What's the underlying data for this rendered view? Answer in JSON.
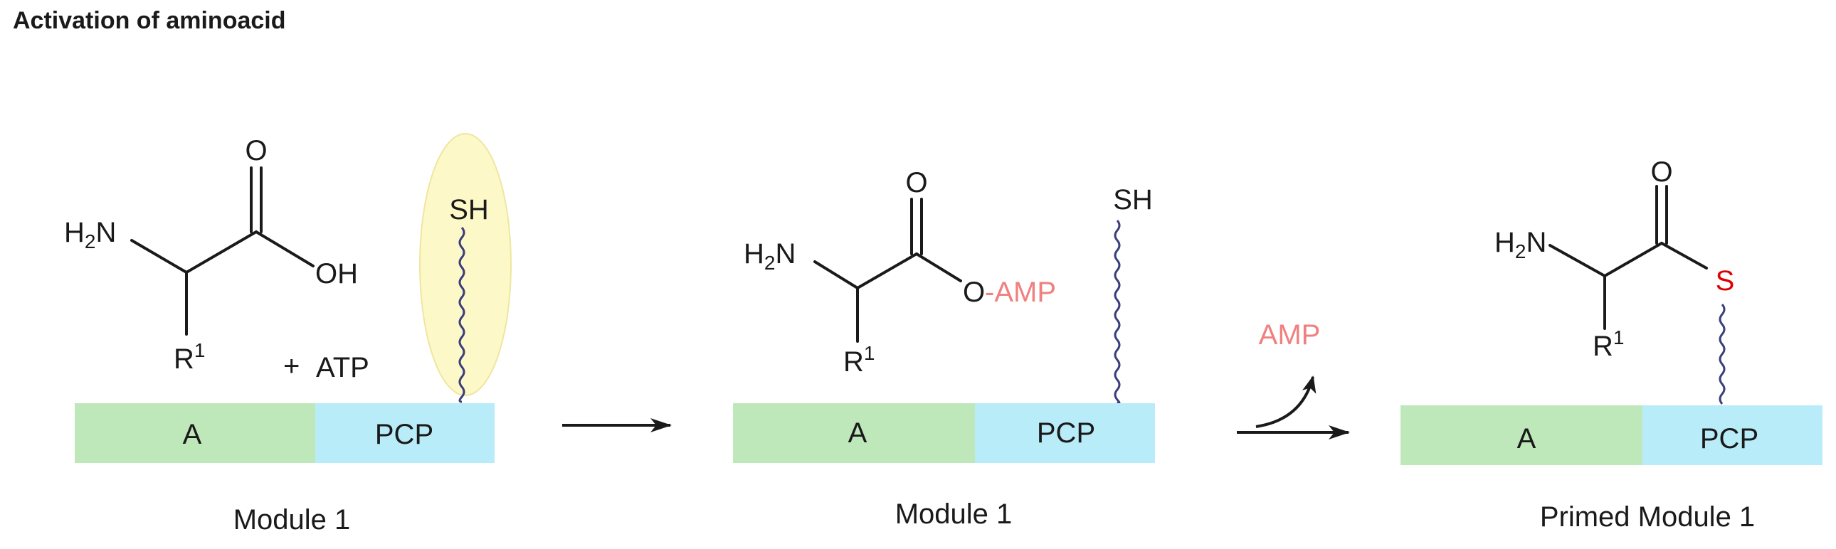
{
  "title": "Activation of aminoacid",
  "colors": {
    "a_domain": "#bfe8ba",
    "pcp_domain": "#b8ecf8",
    "highlight": "#fdf8c8",
    "highlight_stroke": "#efe6a0",
    "wavy": "#3b3f7a",
    "amp_text": "#f08080",
    "sulfur": "#e00000",
    "bond": "#1a1a1a"
  },
  "panels": {
    "p1": {
      "o_label": "O",
      "nh2": "H",
      "nh2_sub": "2",
      "nh2_n": "N",
      "oh": "OH",
      "r": "R",
      "r_sup": "1",
      "plus": "+",
      "atp": "ATP",
      "sh": "SH",
      "a": "A",
      "pcp": "PCP",
      "caption": "Module 1"
    },
    "p2": {
      "o_label": "O",
      "nh2": "H",
      "nh2_sub": "2",
      "nh2_n": "N",
      "o_ester": "O",
      "amp": "-AMP",
      "r": "R",
      "r_sup": "1",
      "sh": "SH",
      "a": "A",
      "pcp": "PCP",
      "caption": "Module 1"
    },
    "p3": {
      "o_label": "O",
      "nh2": "H",
      "nh2_sub": "2",
      "nh2_n": "N",
      "s": "S",
      "r": "R",
      "r_sup": "1",
      "a": "A",
      "pcp": "PCP",
      "caption": "Primed Module 1"
    },
    "released": "AMP"
  }
}
